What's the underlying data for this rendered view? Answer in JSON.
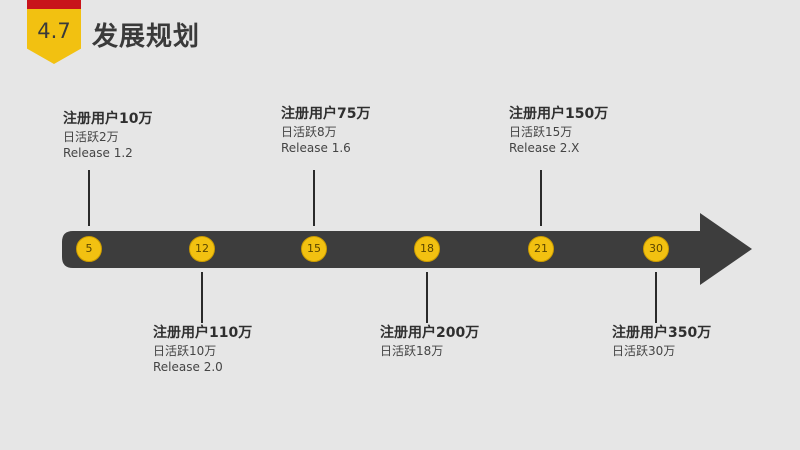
{
  "header": {
    "section_number": "4.7",
    "title": "发展规划"
  },
  "colors": {
    "accent": "#f2c111",
    "header_red": "#c8141b",
    "arrow": "#3d3d3d",
    "background": "#e6e6e6"
  },
  "milestones": [
    {
      "marker": "5",
      "title": "注册用户10万",
      "lines": [
        "日活跃2万",
        "Release 1.2"
      ]
    },
    {
      "marker": "12",
      "title": "注册用户110万",
      "lines": [
        "日活跃10万",
        "Release 2.0"
      ]
    },
    {
      "marker": "15",
      "title": "注册用户75万",
      "lines": [
        "日活跃8万",
        "Release 1.6"
      ]
    },
    {
      "marker": "18",
      "title": "注册用户200万",
      "lines": [
        "日活跃18万"
      ]
    },
    {
      "marker": "21",
      "title": "注册用户150万",
      "lines": [
        "日活跃15万",
        "Release 2.X"
      ]
    },
    {
      "marker": "30",
      "title": "注册用户350万",
      "lines": [
        "日活跃30万"
      ]
    }
  ]
}
